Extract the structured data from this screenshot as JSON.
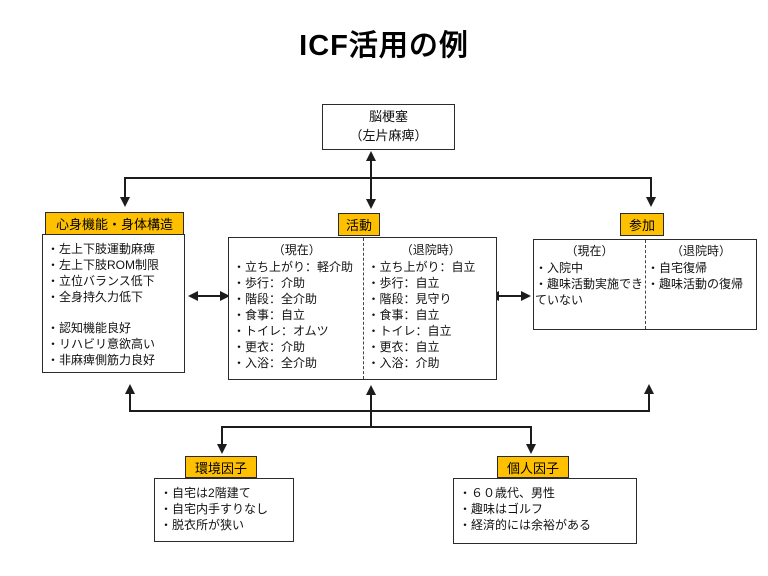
{
  "title": "ICF活用の例",
  "colors": {
    "label_bg": "#FFC000",
    "line": "#1c1c1c",
    "border": "#2b2b2b"
  },
  "health_condition": {
    "line1": "脳梗塞",
    "line2": "（左片麻痺）"
  },
  "boxes": {
    "body_function": {
      "label": "心身機能・身体構造",
      "impairments": [
        "左上下肢運動麻痺",
        "左上下肢ROM制限",
        "立位バランス低下",
        "全身持久力低下"
      ],
      "strengths": [
        "認知機能良好",
        "リハビリ意欲高い",
        "非麻痺側筋力良好"
      ]
    },
    "activity": {
      "label": "活動",
      "current": {
        "header": "（現在）",
        "items": [
          "立ち上がり：軽介助",
          "歩行：介助",
          "階段：全介助",
          "食事：自立",
          "トイレ：オムツ",
          "更衣：介助",
          "入浴：全介助"
        ]
      },
      "discharge": {
        "header": "（退院時）",
        "items": [
          "立ち上がり：自立",
          "歩行：自立",
          "階段：見守り",
          "食事：自立",
          "トイレ：自立",
          "更衣：自立",
          "入浴：介助"
        ]
      }
    },
    "participation": {
      "label": "参加",
      "current": {
        "header": "（現在）",
        "items": [
          "入院中",
          "趣味活動実施できていない"
        ]
      },
      "discharge": {
        "header": "（退院時）",
        "items": [
          "自宅復帰",
          "趣味活動の復帰"
        ]
      }
    },
    "environment": {
      "label": "環境因子",
      "items": [
        "自宅は2階建て",
        "自宅内手すりなし",
        "脱衣所が狭い"
      ]
    },
    "personal": {
      "label": "個人因子",
      "items": [
        "６０歳代、男性",
        "趣味はゴルフ",
        "経済的には余裕がある"
      ]
    }
  }
}
